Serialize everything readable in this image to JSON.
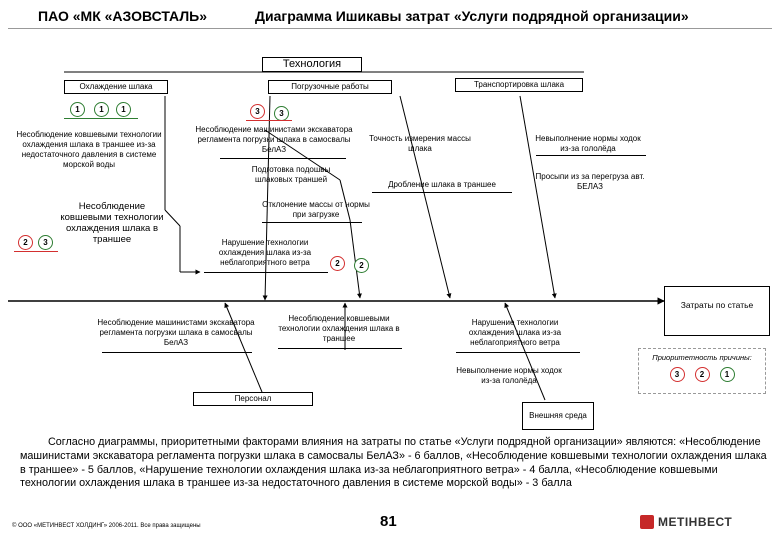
{
  "header": {
    "company": "ПАО «МК «АЗОВСТАЛЬ»",
    "title": "Диаграмма Ишикавы затрат «Услуги подрядной организации»"
  },
  "categories": {
    "technology": "Технология",
    "cooling": "Охлаждение шлака",
    "loading": "Погрузочные работы",
    "transport": "Транспортировка шлака",
    "personnel": "Персонал",
    "environment": "Внешняя среда"
  },
  "effect": "Затраты по статье",
  "causes": {
    "cooling_pressure": "Несоблюдение ковшевыми технологии охлаждения шлака в траншее из-за недостаточного давления в системе морской воды",
    "cooling_tech": "Несоблюдение ковшевыми технологии охлаждения шлака в траншее",
    "loading_regulation": "Несоблюдение машинистами экскаватора регламента погрузки шлака в самосвалы БелАЗ",
    "loading_trench": "Подготовка подошвы шлаковых траншей",
    "loading_mass": "Отклонение массы от нормы при загрузке",
    "loading_wind": "Нарушение технологии охлаждения шлака из-за неблагоприятного ветра",
    "accuracy": "Точность измерения массы шлака",
    "crushing": "Дробление шлака в траншее",
    "ice_norms": "Невыполнение нормы ходок из-за гололёда",
    "idle": "Просыпи из за перегруза авт. БЕЛАЗ",
    "personnel_operators": "Несоблюдение машинистами экскаватора регламента погрузки шлака в самосвалы БелАЗ",
    "personnel_ladle": "Несоблюдение ковшевыми технологии охлаждения шлака в траншее",
    "env_wind": "Нарушение технологии охлаждения шлака из-за неблагоприятного ветра",
    "env_ice": "Невыполнение нормы ходок из-за гололёда"
  },
  "ratings": {
    "cooling_top": [
      "1",
      "1",
      "1"
    ],
    "cooling_tech": [
      "2",
      "3"
    ],
    "loading_top": [
      "3",
      "3"
    ],
    "loading_wind": [
      "2",
      "2"
    ]
  },
  "priority": {
    "label": "Приоритетность причины:",
    "values": [
      "3",
      "2",
      "1"
    ],
    "colors": [
      "#d32f2f",
      "#d32f2f",
      "#2e7d32"
    ]
  },
  "summary": "Согласно диаграммы, приоритетными факторами влияния на затраты по статье «Услуги подрядной организации» являются: «Несоблюдение машинистами экскаватора регламента погрузки шлака в самосвалы БелАЗ» - 6 баллов, «Несоблюдение ковшевыми технологии охлаждения шлака в траншее» - 5 баллов, «Нарушение технологии охлаждения шлака из-за неблагоприятного ветра» - 4 балла, «Несоблюдение ковшевыми технологии охлаждения шлака в траншее из-за недостаточного давления в системе морской воды» - 3 балла",
  "footer": {
    "copyright": "© ООО «МЕТИНВЕСТ ХОЛДИНГ» 2006-2011. Все права защищены",
    "page": "81",
    "logo": "МЕТІНВЕСТ"
  }
}
